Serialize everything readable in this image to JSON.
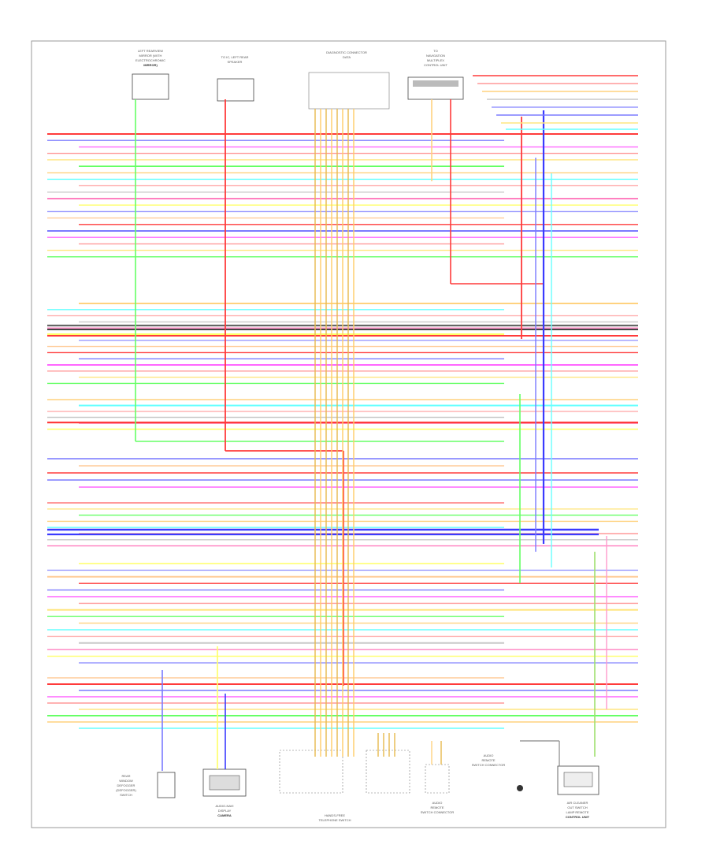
{
  "diagram": {
    "connector_labels": {
      "c1": {
        "lines": [
          "LEFT REARVIEW",
          "MIRROR (WITH",
          "ELECTROCHROMIC",
          "MIRROR)"
        ],
        "footer": ""
      },
      "c2": {
        "lines": [
          "TO IC, LEFT REAR",
          "SPEAKER",
          ""
        ],
        "footer": ""
      },
      "c3": {
        "lines": [
          "DIAGNOSTIC CONNECTOR",
          "DATA",
          "",
          ""
        ],
        "footer": ""
      },
      "c4": {
        "lines": [
          "TO",
          "NAVIGATION",
          "MULTIPLEX",
          "CONTROL UNIT"
        ],
        "footer": ""
      },
      "b1": {
        "lines": [
          "REAR",
          "WINDOW",
          "DEFOGGER",
          "(DEFOGGER)",
          "SWITCH"
        ],
        "footer": ""
      },
      "b2": {
        "lines": [
          "AUDIO-NAVI",
          "DISPLAY",
          "CAMERA"
        ],
        "footer": ""
      },
      "b3": {
        "lines": [
          "HANDS-FREE",
          "TELEPHONE SWITCH"
        ],
        "footer": ""
      },
      "b4": {
        "lines": [
          "AUDIO",
          "REMOTE",
          "SWITCH CONNECTOR"
        ],
        "footer": ""
      },
      "b5": {
        "lines": [
          "AUDIO",
          "REMOTE",
          "SWITCH CONNECTOR"
        ],
        "footer": ""
      },
      "b6": {
        "lines": [
          "AIR CLEANER",
          "OUT SWITCH",
          "LAMP REMOTE",
          "CONTROL UNIT"
        ],
        "footer": ""
      }
    },
    "footer_code": ""
  }
}
